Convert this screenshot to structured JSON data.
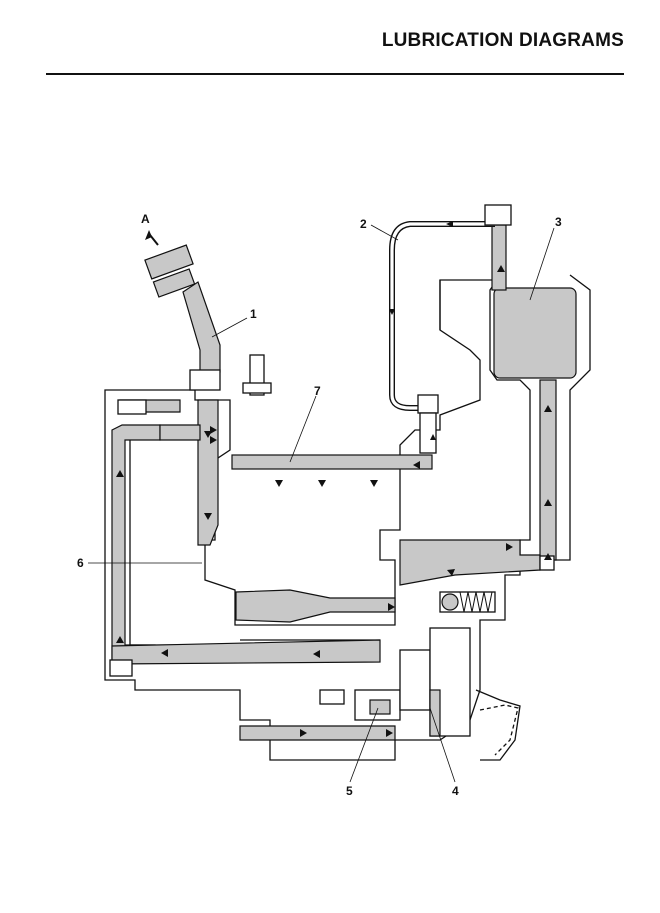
{
  "header": {
    "title": "LUBRICATION DIAGRAMS"
  },
  "diagram": {
    "callouts": [
      {
        "id": "A",
        "label": "A"
      },
      {
        "id": "1",
        "label": "1"
      },
      {
        "id": "2",
        "label": "2"
      },
      {
        "id": "3",
        "label": "3"
      },
      {
        "id": "4",
        "label": "4"
      },
      {
        "id": "5",
        "label": "5"
      },
      {
        "id": "6",
        "label": "6"
      },
      {
        "id": "7",
        "label": "7"
      }
    ]
  }
}
